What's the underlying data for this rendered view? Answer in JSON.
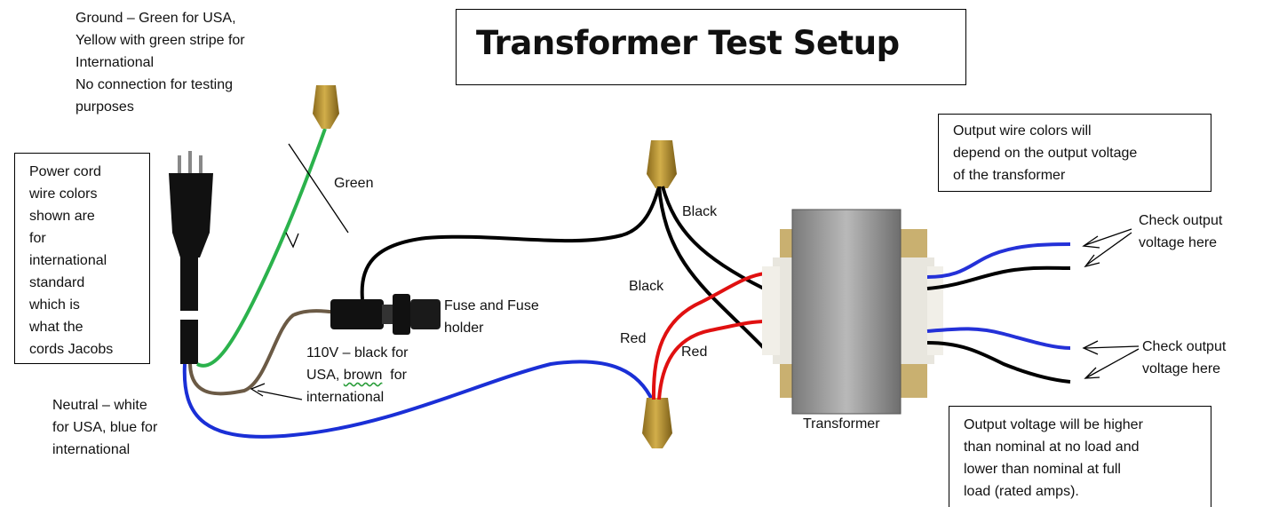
{
  "title": "Transformer Test Setup",
  "notes": {
    "ground": "Ground – Green for USA,\nYellow with green stripe for\nInternational\nNo connection for testing\npurposes",
    "power_cord": "Power cord\nwire colors\nshown are\nfor\ninternational\nstandard\nwhich is\nwhat the\ncords Jacobs",
    "neutral": "Neutral – white\nfor USA, blue for\ninternational",
    "hot_line1": "110V – black for",
    "hot_line2a": "USA, ",
    "hot_line2b": "brown",
    "hot_line2c": "  for",
    "hot_line3": "international",
    "output_colors": "Output wire colors will\ndepend on the output voltage\nof the transformer",
    "output_voltage": "Output voltage will be higher\nthan nominal at no load and\nlower than nominal at full\nload (rated amps)."
  },
  "labels": {
    "green": "Green",
    "fuse": "Fuse and Fuse\nholder",
    "black_top": "Black",
    "black_mid": "Black",
    "red_left": "Red",
    "red_right": "Red",
    "transformer": "Transformer",
    "check_top": "Check output\nvoltage here",
    "check_bottom": "Check output\nvoltage here"
  },
  "colors": {
    "ground_wire": "#2bb24c",
    "hot_wire": "#000000",
    "brown_wire": "#6b5a45",
    "neutral_wire": "#1a2fd6",
    "red_wire": "#e01010",
    "blue_output": "#2431d8",
    "wire_nut": "#b8942e"
  }
}
